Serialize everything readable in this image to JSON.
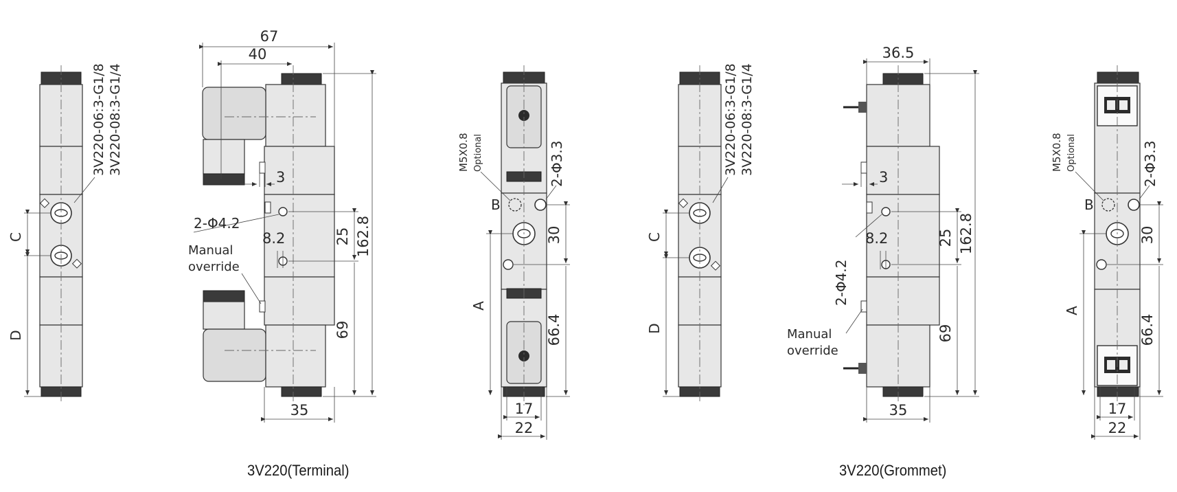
{
  "captions": {
    "terminal": "3V220(Terminal)",
    "grommet": "3V220(Grommet)"
  },
  "model_labels": {
    "line1": "3V220-06:3-G1/8",
    "line2": "3V220-08:3-G1/4"
  },
  "port_labels": {
    "A": "A",
    "B": "B",
    "C": "C",
    "D": "D"
  },
  "dimensions": {
    "d67": "67",
    "d40": "40",
    "d36_5": "36.5",
    "d3": "3",
    "d2_phi4_2": "2-Φ4.2",
    "d8_2": "8.2",
    "d25": "25",
    "d162_8": "162.8",
    "d69": "69",
    "d35": "35",
    "d30": "30",
    "d66_4": "66.4",
    "d17": "17",
    "d22": "22",
    "d2_phi3_3": "2-Φ3.3",
    "m5": "M5X0.8",
    "optional": "Optional"
  },
  "notes": {
    "manual1": "Manual",
    "manual2": "override"
  }
}
